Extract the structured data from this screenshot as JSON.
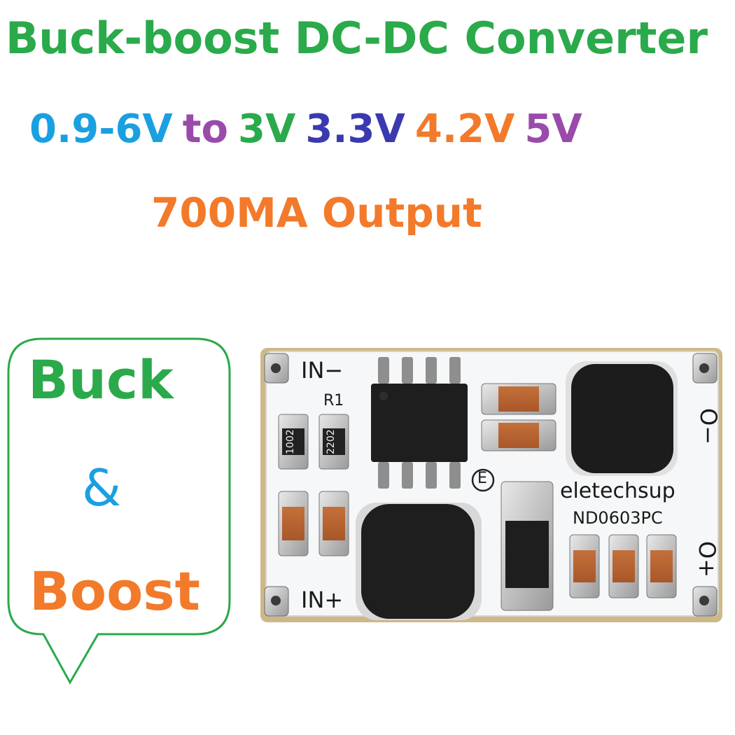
{
  "headline": {
    "title": "Buck-boost DC-DC Converter",
    "input_range": "0.9-6V",
    "to": "to",
    "v1": "3V",
    "v2": "3.3V",
    "v3": "4.2V",
    "v4": "5V",
    "current": "700MA Output"
  },
  "bubble": {
    "line1": "Buck",
    "line2": "&",
    "line3": "Boost"
  },
  "board": {
    "in_minus": "IN−",
    "in_plus": "IN+",
    "r1": "R1",
    "res_a": "1002",
    "res_b": "2202",
    "logo_e": "E",
    "brand": "eletechsup",
    "model": "ND0603PC",
    "out_minus": "O−",
    "out_plus": "O+"
  },
  "colors": {
    "green": "#2aaa4a",
    "cyan": "#1aa0e0",
    "purple": "#9a4aaa",
    "blue": "#3a3ab0",
    "orange": "#f27a2a"
  }
}
